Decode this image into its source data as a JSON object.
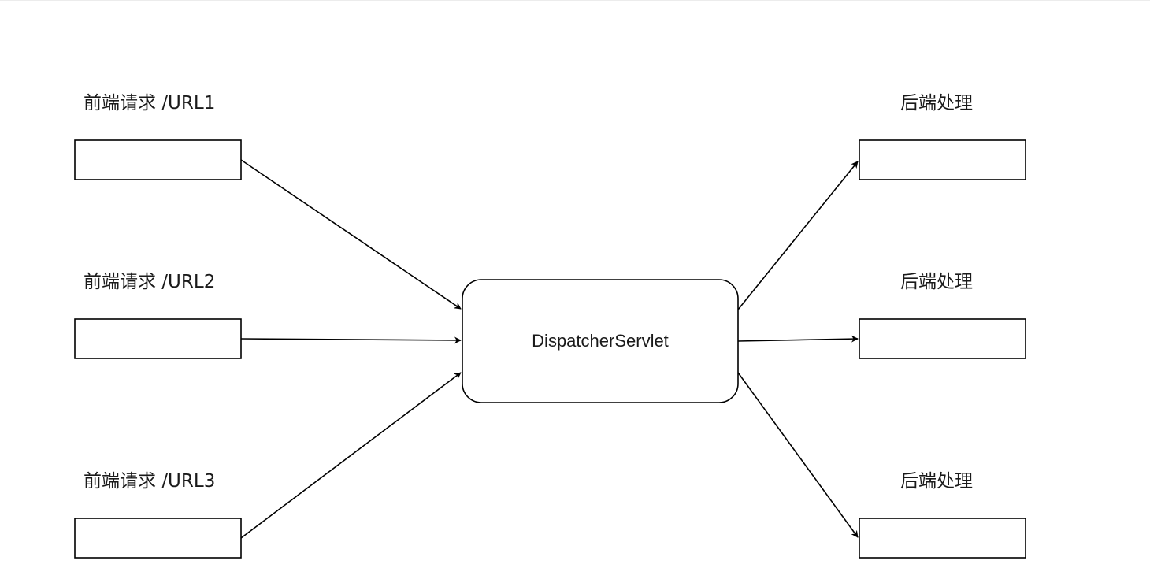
{
  "requests": [
    {
      "label": "前端请求 /URL1"
    },
    {
      "label": "前端请求 /URL2"
    },
    {
      "label": "前端请求 /URL3"
    }
  ],
  "dispatcher": {
    "label": "DispatcherServlet"
  },
  "handlers": [
    {
      "label": "后端处理"
    },
    {
      "label": "后端处理"
    },
    {
      "label": "后端处理"
    }
  ]
}
